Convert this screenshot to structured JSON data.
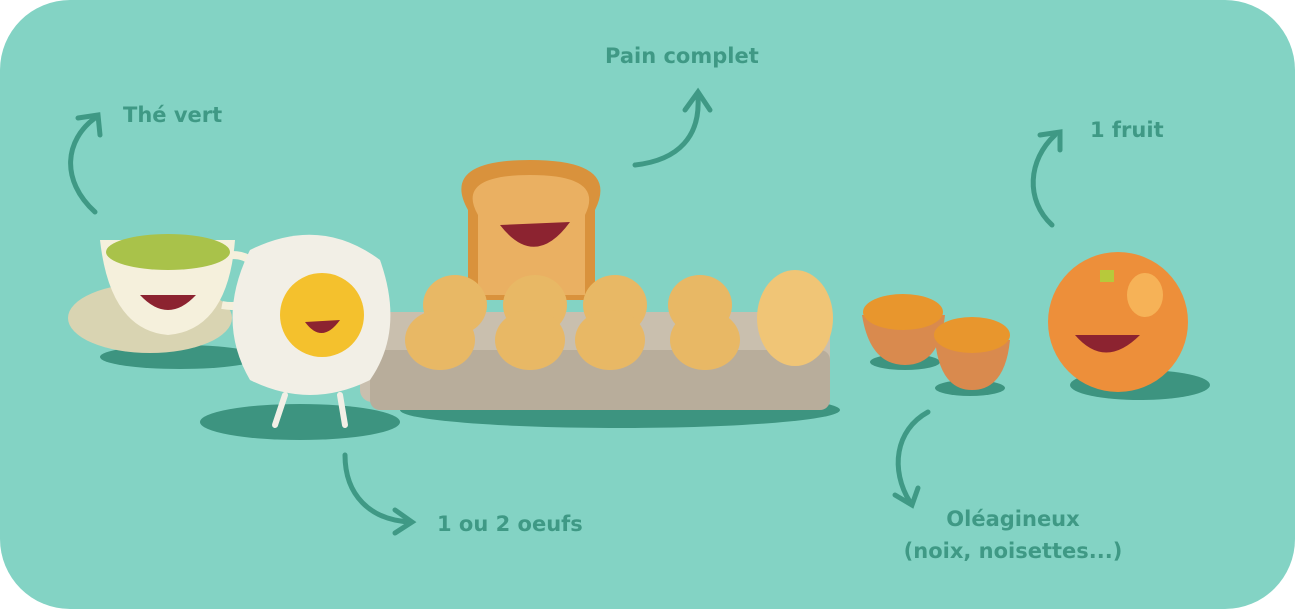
{
  "labels": {
    "tea": "Thé vert",
    "bread": "Pain complet",
    "fruit": "1 fruit",
    "eggs": "1 ou 2 oeufs",
    "nuts_line1": "Oléagineux",
    "nuts_line2": "(noix, noisettes...)"
  },
  "colors": {
    "background": "#83d3c4",
    "label": "#3f9985",
    "shadow": "#3d9480"
  }
}
